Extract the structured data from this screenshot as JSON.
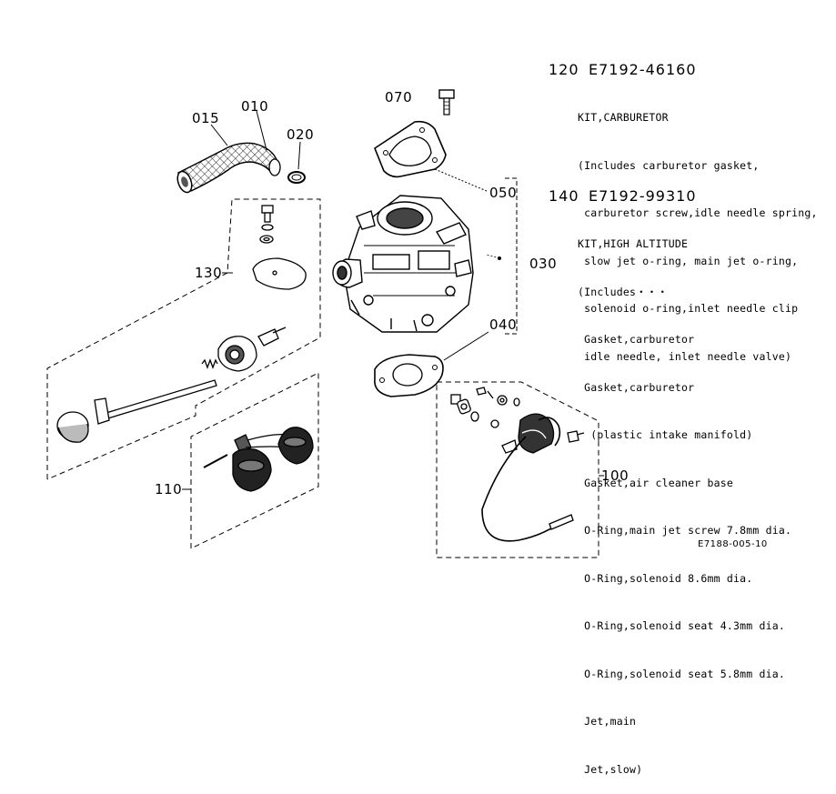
{
  "callouts": {
    "c015": "015",
    "c010": "010",
    "c020": "020",
    "c070": "070",
    "c050": "050",
    "c030": "030",
    "c040": "040",
    "c130": "130",
    "c110": "110",
    "c100": "100"
  },
  "kits": [
    {
      "number": "120",
      "part_no": "E7192-46160",
      "title": "KIT,CARBURETOR",
      "lines": [
        "(Includes carburetor gasket,",
        " carburetor screw,idle needle spring,",
        " slow jet o-ring, main jet o-ring,",
        " solenoid o-ring,inlet needle clip",
        " idle needle, inlet needle valve)"
      ]
    },
    {
      "number": "140",
      "part_no": "E7192-99310",
      "title": "KIT,HIGH ALTITUDE",
      "lines": [
        "(Includes・・・",
        " Gasket,carburetor",
        " Gasket,carburetor",
        "  (plastic intake manifold)",
        " Gasket,air cleaner base",
        " O-Ring,main jet screw 7.8mm dia.",
        " O-Ring,solenoid 8.6mm dia.",
        " O-Ring,solenoid seat 4.3mm dia.",
        " O-Ring,solenoid seat 5.8mm dia.",
        " Jet,main",
        " Jet,slow)"
      ]
    }
  ],
  "reference": "E7188-005-10",
  "colors": {
    "ink": "#000000",
    "paper": "#ffffff",
    "shade": "#7a7a7a"
  }
}
